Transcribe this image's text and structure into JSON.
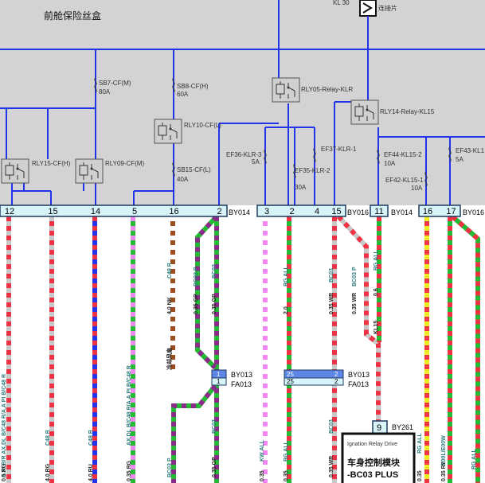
{
  "title": "前舱保险丝盒",
  "colors": {
    "panel_bg": "#d3d3d3",
    "bus_blue": "#2233ee",
    "strip_fill": "#d7f4fb",
    "strip_border": "#1e3a5f",
    "connector_blue": "#5d86e6",
    "connector_light": "#d7f4fb"
  },
  "top_right": {
    "code": "KL 30",
    "label": "连接片"
  },
  "fuses": [
    {
      "id": "fuse-sb7",
      "name": "SB7-CF(M)",
      "rating": "80A"
    },
    {
      "id": "fuse-sb8",
      "name": "SB8-CF(H)",
      "rating": "60A"
    },
    {
      "id": "fuse-sb15",
      "name": "SB15-CF(L)",
      "rating": "40A"
    },
    {
      "id": "fuse-ef36",
      "name": "EF36-KLR-3",
      "rating": "5A"
    },
    {
      "id": "fuse-ef35",
      "name": "EF35-KLR-2",
      "rating": "30A"
    },
    {
      "id": "fuse-ef37",
      "name": "EF37-KLR-1",
      "rating": ""
    },
    {
      "id": "fuse-ef44",
      "name": "EF44-KL15-2",
      "rating": "10A"
    },
    {
      "id": "fuse-ef42",
      "name": "EF42-KL15-1",
      "rating": "10A"
    },
    {
      "id": "fuse-ef43",
      "name": "EF43-KL1",
      "rating": "5A"
    }
  ],
  "relays": [
    {
      "id": "relay-rly15",
      "name": "RLY15-CF(H)"
    },
    {
      "id": "relay-rly09",
      "name": "RLY09-CF(M)"
    },
    {
      "id": "relay-rly10",
      "name": "RLY10-CF(L)"
    },
    {
      "id": "relay-rly05",
      "name": "RLY05-Relay-KLR"
    },
    {
      "id": "relay-rly14",
      "name": "RLY14-Relay-KL15"
    }
  ],
  "pins": [
    "12",
    "15",
    "14",
    "5",
    "16",
    "2",
    "3",
    "2",
    "4",
    "15",
    "11",
    "16",
    "17"
  ],
  "connectors": {
    "strip1": "BY014",
    "strip2": "BY016",
    "strip3": "BY014",
    "strip4": "BY016",
    "mid_upper": "BY013",
    "mid_lower": "FA013",
    "mid_upper_r": "BY013",
    "mid_lower_r": "FA013",
    "pin9_label": "BY261",
    "pin1a": "1",
    "pin1b": "1",
    "pin2a": "2",
    "pin2b": "2",
    "pin25a": "25",
    "pin25b": "25",
    "pin9": "9"
  },
  "wire_labels": [
    {
      "id": "wl-1",
      "text": "0.35 B/R AX,DL B/C48 R/A,A PI B/C48 R"
    },
    {
      "id": "wl-1b",
      "text": "0.5 RG"
    },
    {
      "id": "wl-2",
      "text": "C48 R"
    },
    {
      "id": "wl-2b",
      "text": "4.0 RG"
    },
    {
      "id": "wl-3",
      "text": "C48 R"
    },
    {
      "id": "wl-3b",
      "text": "4.0 RU"
    },
    {
      "id": "wl-4",
      "text": "AX,DL B/C48 R/A,A PI B/C48 R"
    },
    {
      "id": "wl-4b",
      "text": "0.35 RG"
    },
    {
      "id": "wl-5",
      "text": "C48 R"
    },
    {
      "id": "wl-5b",
      "text": "4.0 NK"
    },
    {
      "id": "wl-5c",
      "text": "冷却风扇"
    },
    {
      "id": "wl-6",
      "text": "BC03 P"
    },
    {
      "id": "wl-6b",
      "text": "0.35 GP"
    },
    {
      "id": "wl-7",
      "text": "BC03"
    },
    {
      "id": "wl-7b",
      "text": "0.35 GP"
    },
    {
      "id": "wl-8",
      "text": "RG ALL"
    },
    {
      "id": "wl-8b",
      "text": "2.0"
    },
    {
      "id": "wl-9",
      "text": "BC03"
    },
    {
      "id": "wl-9b",
      "text": "0.35 WR"
    },
    {
      "id": "wl-10",
      "text": "BC03 P"
    },
    {
      "id": "wl-10b",
      "text": "0.35 WR"
    },
    {
      "id": "wl-11",
      "text": "RG ALL"
    },
    {
      "id": "wl-11b",
      "text": "0.6"
    },
    {
      "id": "wl-12",
      "text": "KL15"
    },
    {
      "id": "wl-13",
      "text": "BC03 P"
    },
    {
      "id": "wl-13b",
      "text": "0.35 GP"
    },
    {
      "id": "wl-14",
      "text": "BC03"
    },
    {
      "id": "wl-14b",
      "text": "0.35 GP"
    },
    {
      "id": "wl-15",
      "text": "KW ALL"
    },
    {
      "id": "wl-15b",
      "text": "0.35"
    },
    {
      "id": "wl-16",
      "text": "RG ALL"
    },
    {
      "id": "wl-16b",
      "text": "0.35"
    },
    {
      "id": "wl-17",
      "text": "BC03"
    },
    {
      "id": "wl-17b",
      "text": "0.35 WR"
    },
    {
      "id": "wl-18",
      "text": "RG ALL"
    },
    {
      "id": "wl-18b",
      "text": "0.35"
    },
    {
      "id": "wl-19",
      "text": "E00L/E00W"
    },
    {
      "id": "wl-19b",
      "text": "0.35 RY"
    },
    {
      "id": "wl-20",
      "text": "RG ALL"
    }
  ],
  "bcm": {
    "small": "Ignation Relay Drive",
    "line1": "车身控制模块",
    "line2": "-BC03 PLUS"
  }
}
